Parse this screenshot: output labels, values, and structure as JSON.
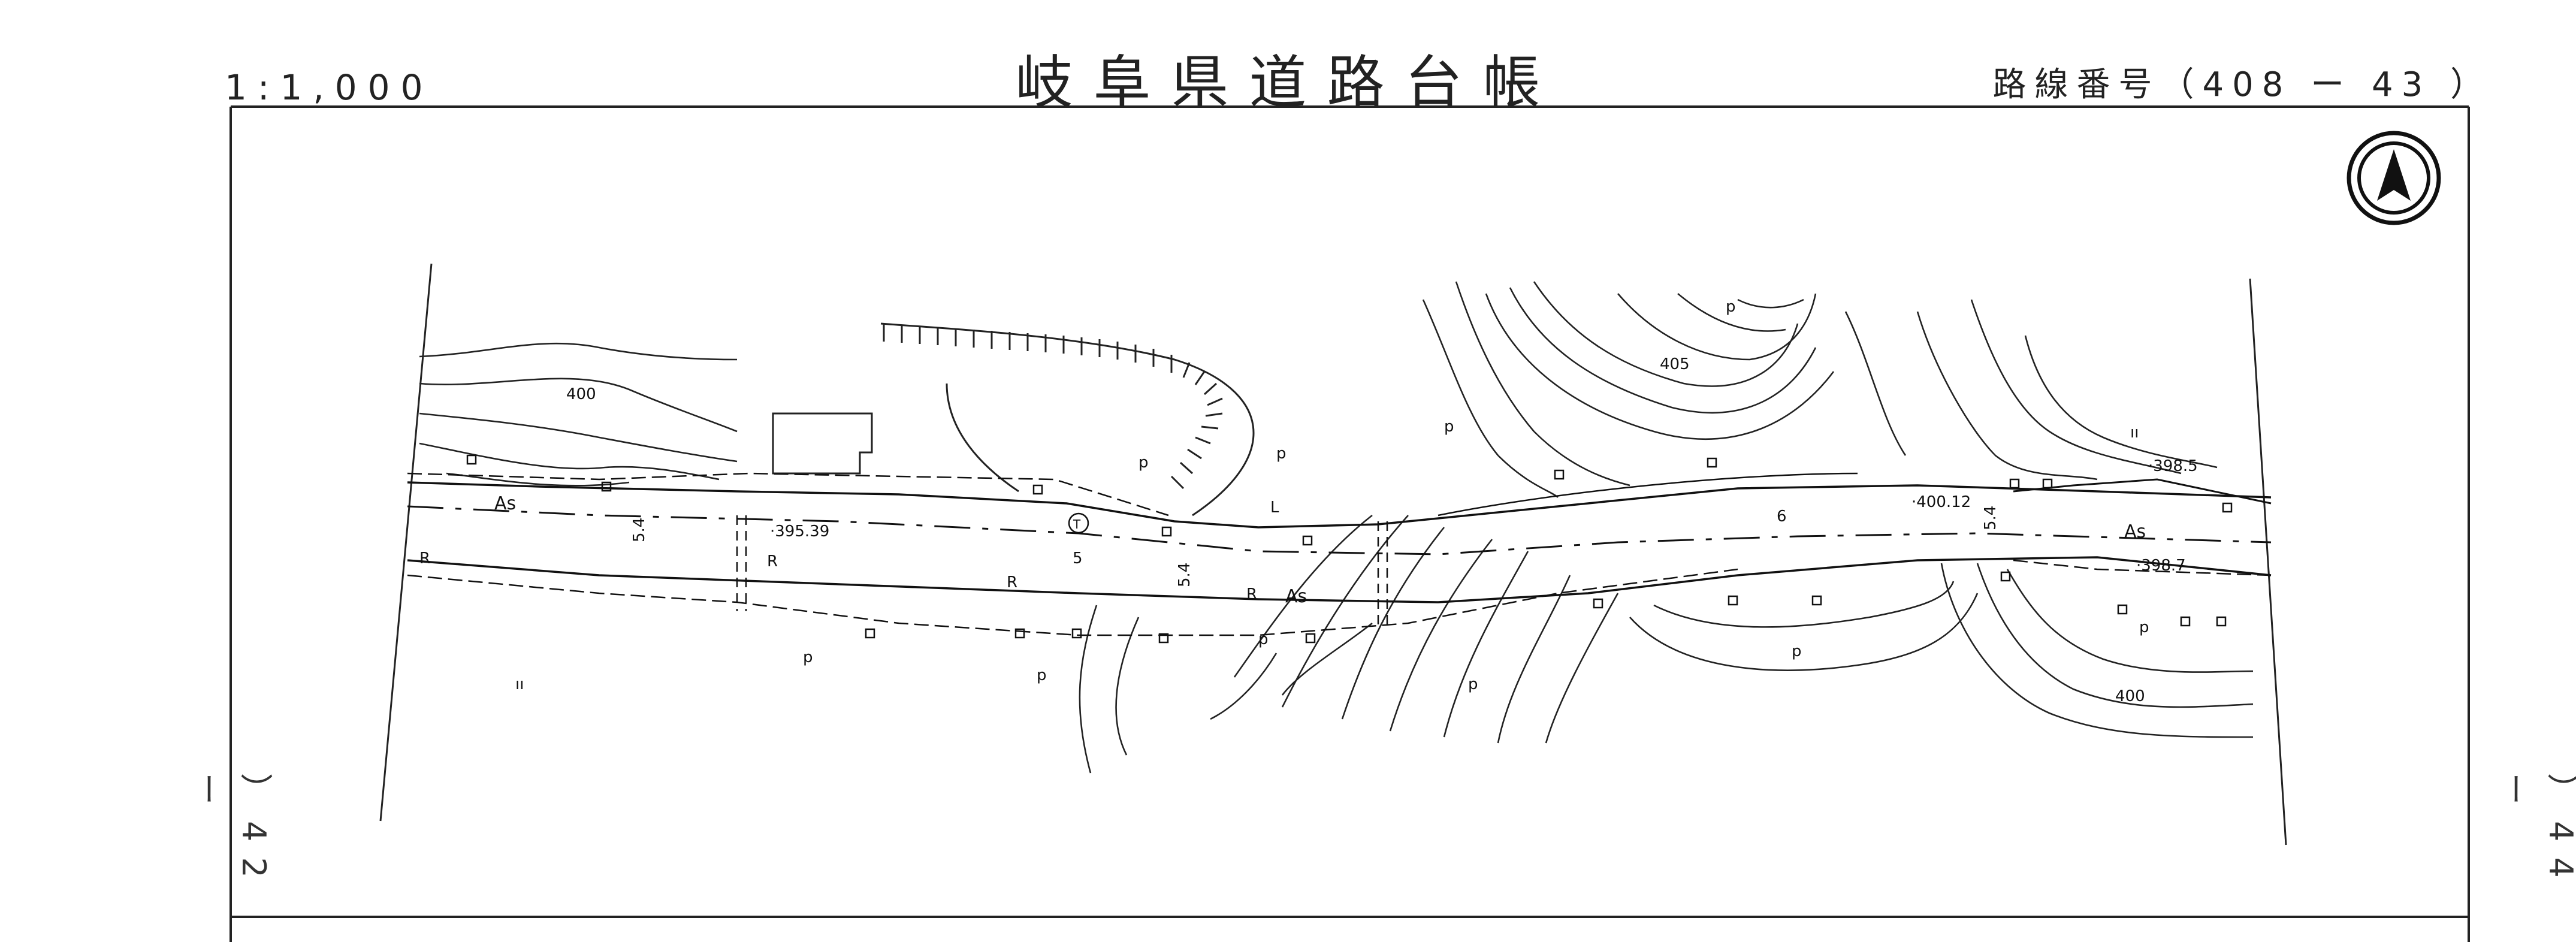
{
  "header": {
    "title": "岐阜県道路台帳",
    "scale": "1:1,000",
    "route_label": "路線番号（408 ー 43 ）"
  },
  "sheet_refs": {
    "left": "）42 ー",
    "right": "）44 ー"
  },
  "map_labels": {
    "contour_400_left": "400",
    "contour_405": "405",
    "contour_400_right": "400",
    "surface_as_left": "As",
    "surface_as_center": "As",
    "surface_as_right": "As",
    "elev_1": "·395.39",
    "elev_2": "·400.12",
    "elev_3": "·398.5",
    "elev_4": "·398.7",
    "width_1": "5.4",
    "width_2": "5.4",
    "width_3": "5.4",
    "station_5": "5",
    "station_6": "6",
    "r_1": "R",
    "r_2": "R",
    "r_3": "R",
    "r_4": "R",
    "t_mark": "T",
    "p_1": "p",
    "p_2": "p",
    "p_3": "p",
    "p_4": "p",
    "p_5": "p",
    "p_6": "p",
    "p_7": "p",
    "p_8": "p",
    "p_9": "p",
    "p_10": "p",
    "ii_1": "ıı",
    "ii_2": "ıı",
    "l_mark": "L"
  },
  "icons": [
    "north-arrow-icon"
  ]
}
